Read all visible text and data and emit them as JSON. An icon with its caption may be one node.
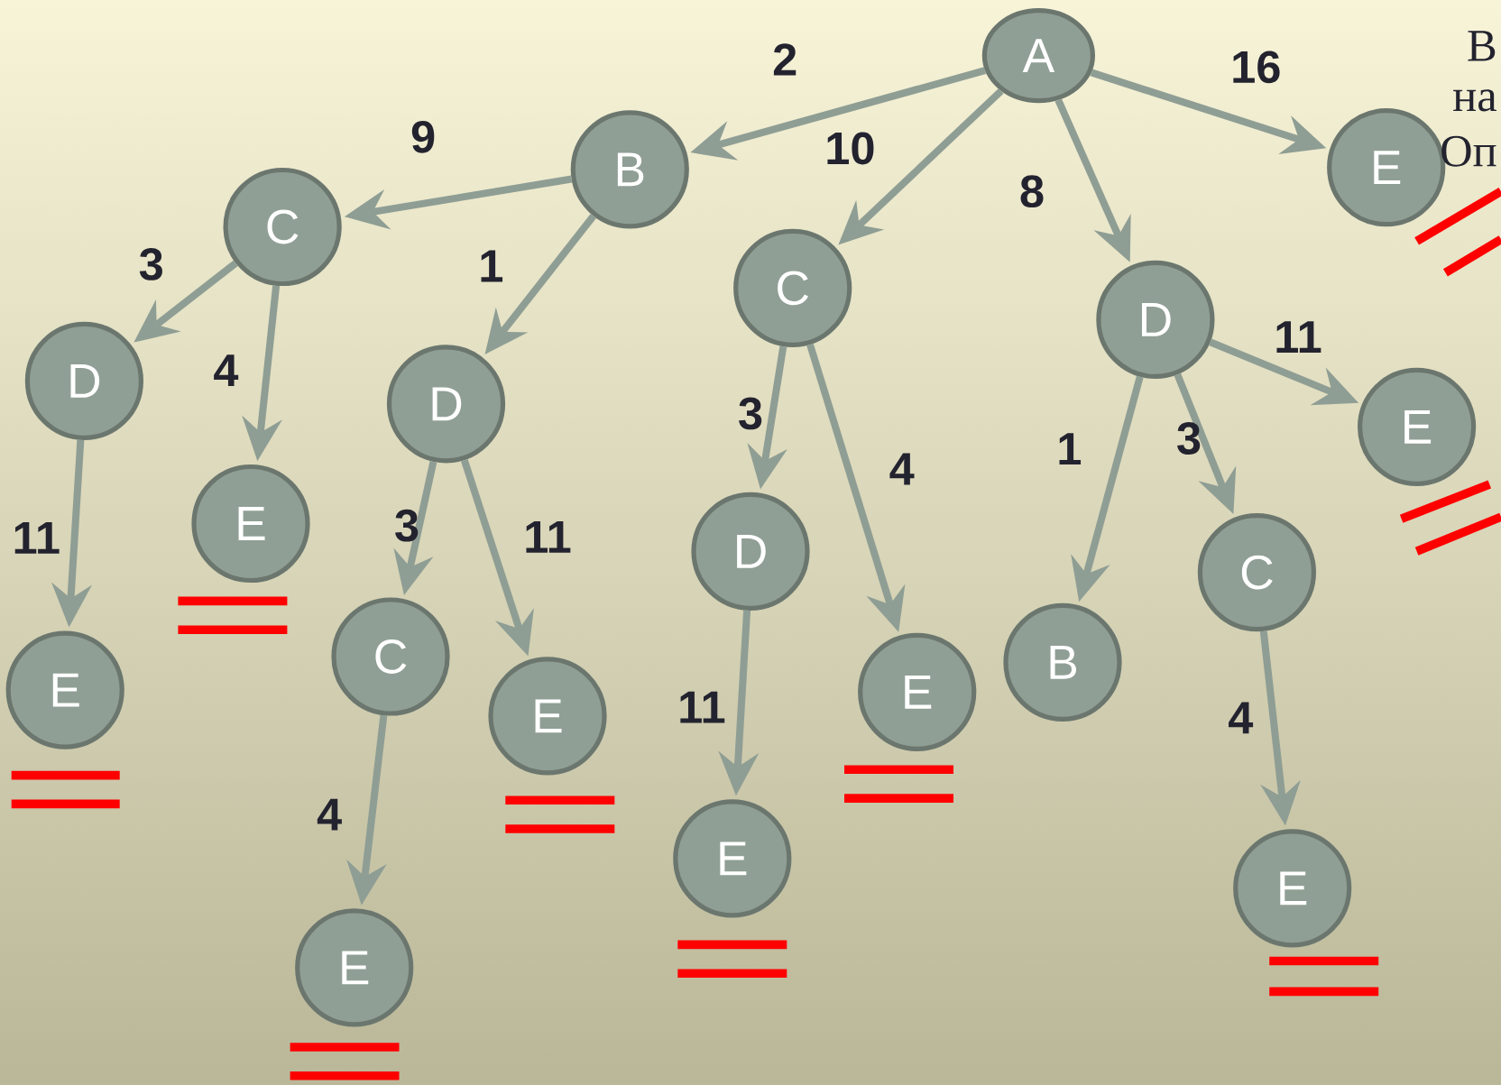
{
  "diagram": {
    "nodes": [
      {
        "text": [
          "A"
        ]
      },
      {
        "text": [
          "B"
        ]
      },
      {
        "text": [
          "C"
        ]
      },
      {
        "text": [
          "D"
        ]
      },
      {
        "text": [
          "E"
        ]
      },
      {
        "text": [
          "E"
        ]
      },
      {
        "text": [
          "D"
        ]
      },
      {
        "text": [
          "C"
        ]
      },
      {
        "text": [
          "E"
        ]
      },
      {
        "text": [
          "E"
        ]
      },
      {
        "text": [
          "C"
        ]
      },
      {
        "text": [
          "D"
        ]
      },
      {
        "text": [
          "E"
        ]
      },
      {
        "text": [
          "E"
        ]
      },
      {
        "text": [
          "D"
        ]
      },
      {
        "text": [
          "B"
        ]
      },
      {
        "text": [
          "C"
        ]
      },
      {
        "text": [
          "E"
        ]
      },
      {
        "text": [
          "E"
        ]
      },
      {
        "text": [
          "E"
        ]
      }
    ],
    "edges": [
      {
        "from": 0,
        "to": 1,
        "arrow": "to",
        "label": "2"
      },
      {
        "from": 1,
        "to": 2,
        "arrow": "to",
        "label": "9"
      },
      {
        "from": 2,
        "to": 3,
        "arrow": "to",
        "label": "3"
      },
      {
        "from": 3,
        "to": 4,
        "arrow": "to",
        "label": "11"
      },
      {
        "from": 2,
        "to": 5,
        "arrow": "to",
        "label": "4"
      },
      {
        "from": 1,
        "to": 6,
        "arrow": "to",
        "label": "1"
      },
      {
        "from": 6,
        "to": 7,
        "arrow": "to",
        "label": "3"
      },
      {
        "from": 7,
        "to": 8,
        "arrow": "to",
        "label": "4"
      },
      {
        "from": 6,
        "to": 9,
        "arrow": "to",
        "label": "11"
      },
      {
        "from": 0,
        "to": 10,
        "arrow": "to",
        "label": "10"
      },
      {
        "from": 10,
        "to": 11,
        "arrow": "to",
        "label": "3"
      },
      {
        "from": 11,
        "to": 12,
        "arrow": "to",
        "label": "11"
      },
      {
        "from": 10,
        "to": 13,
        "arrow": "to",
        "label": "4"
      },
      {
        "from": 0,
        "to": 14,
        "arrow": "to",
        "label": "8"
      },
      {
        "from": 14,
        "to": 15,
        "arrow": "to",
        "label": "1"
      },
      {
        "from": 14,
        "to": 16,
        "arrow": "to",
        "label": "3"
      },
      {
        "from": 16,
        "to": 17,
        "arrow": "to",
        "label": "4"
      },
      {
        "from": 14,
        "to": 19,
        "arrow": "to",
        "label": "11"
      },
      {
        "from": 0,
        "to": 18,
        "arrow": "to",
        "label": "16"
      }
    ],
    "labels": [
      "В",
      "на",
      "Оп"
    ]
  }
}
